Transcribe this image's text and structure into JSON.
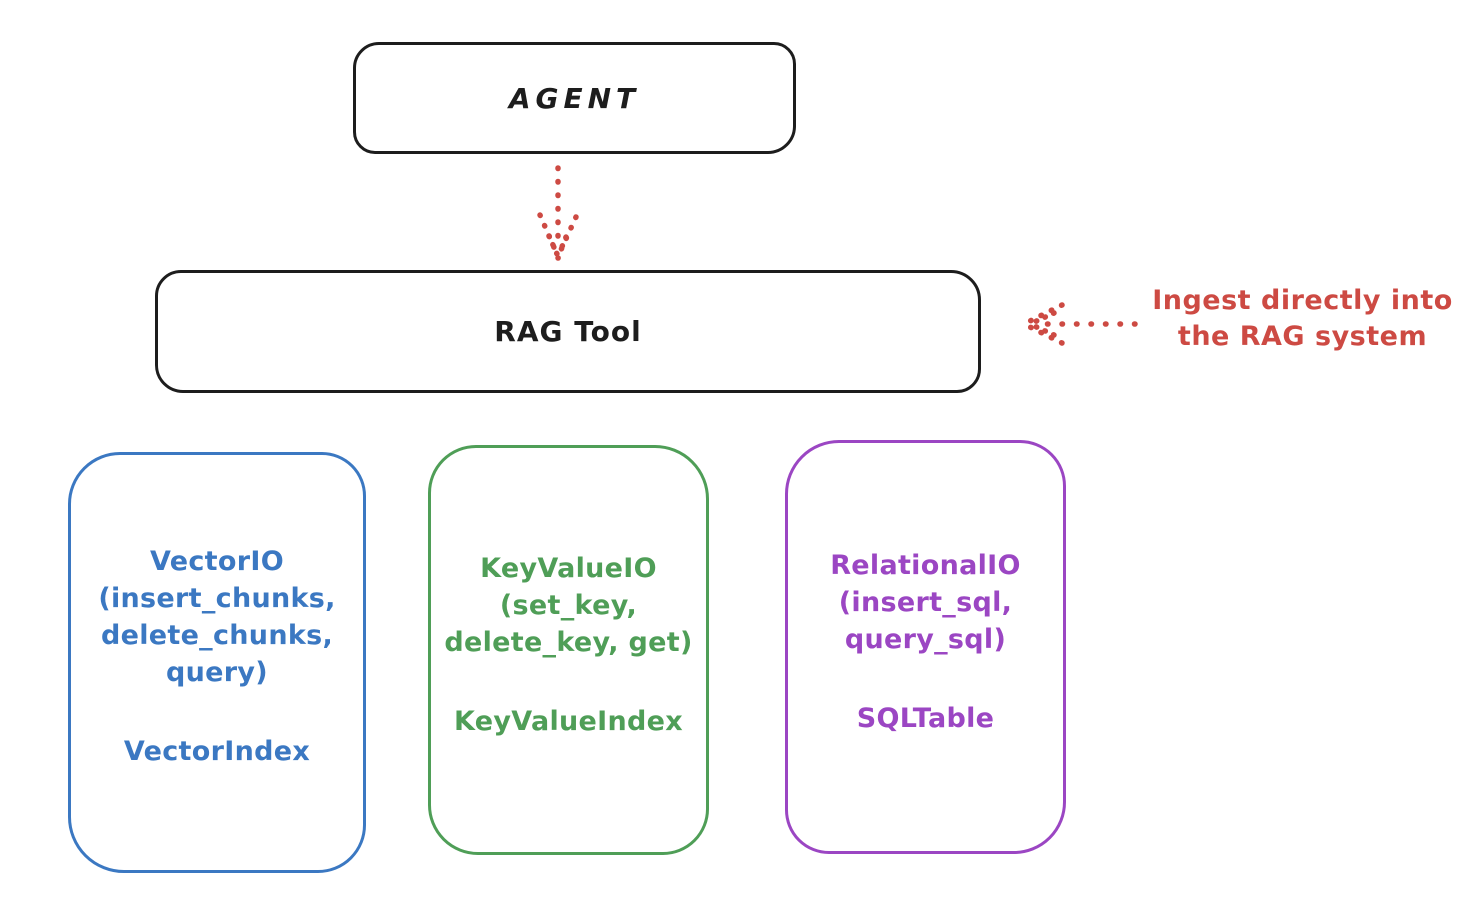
{
  "nodes": {
    "agent": {
      "label": "AGENT"
    },
    "rag_tool": {
      "label": "RAG Tool"
    }
  },
  "annotation": {
    "line1": "Ingest directly into",
    "line2": "the RAG system"
  },
  "arrows": [
    {
      "name": "agent-to-rag-tool",
      "style": "dotted",
      "direction": "down",
      "color": "#cd4a43"
    },
    {
      "name": "ingest-into-rag-tool",
      "style": "dotted",
      "direction": "left",
      "color": "#cd4a43"
    }
  ],
  "io_boxes": [
    {
      "name": "vector-io",
      "color": "#3b78c2",
      "lines": [
        "VectorIO",
        "(insert_chunks,",
        "delete_chunks,",
        "query)"
      ],
      "index": "VectorIndex"
    },
    {
      "name": "keyvalue-io",
      "color": "#4f9e57",
      "lines": [
        "KeyValueIO",
        "(set_key,",
        "delete_key, get)"
      ],
      "index": "KeyValueIndex"
    },
    {
      "name": "relational-io",
      "color": "#9b46c3",
      "lines": [
        "RelationalIO",
        "(insert_sql,",
        "query_sql)"
      ],
      "index": "SQLTable"
    }
  ],
  "colors": {
    "outline": "#1d1d1d",
    "red": "#cd4a43",
    "blue": "#3b78c2",
    "green": "#4f9e57",
    "purple": "#9b46c3",
    "background": "#ffffff"
  }
}
